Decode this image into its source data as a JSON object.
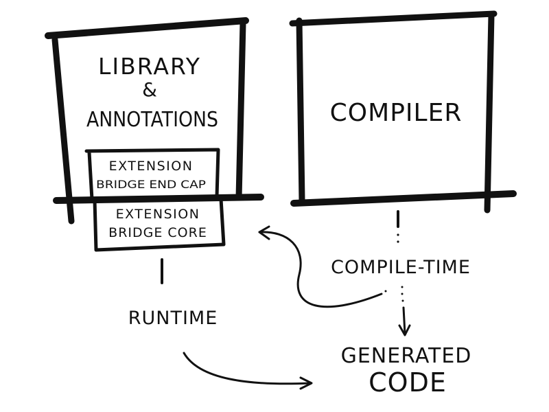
{
  "diagram": {
    "library_box": {
      "line1": "LIBRARY",
      "line2": "&",
      "line3": "ANNOTATIONS"
    },
    "end_cap_box": {
      "line1": "EXTENSION",
      "line2": "BRIDGE END CAP"
    },
    "core_box": {
      "line1": "EXTENSION",
      "line2": "BRIDGE CORE"
    },
    "compiler_box": {
      "label": "COMPILER"
    },
    "labels": {
      "compile_time": "COMPILE-TIME",
      "runtime": "RUNTIME",
      "generated_line1": "GENERATED",
      "generated_line2": "CODE"
    },
    "colors": {
      "ink": "#111111",
      "background": "#ffffff"
    }
  }
}
